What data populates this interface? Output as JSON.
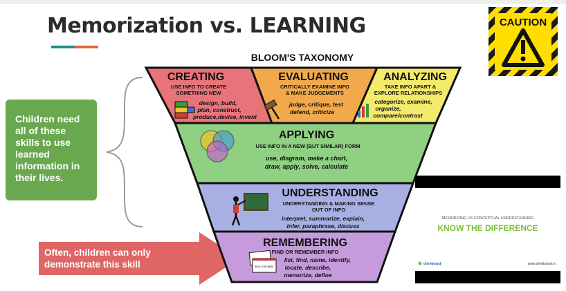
{
  "title": "Memorization vs. LEARNING",
  "caution_label": "CAUTION",
  "left_box_text": "Children need all of these skills to use learned information in their lives.",
  "arrow_text": {
    "line1": "Often, children can only",
    "line2": "demonstrate this skill"
  },
  "pyramid": {
    "heading": "BLOOM'S TAXONOMY",
    "creating": {
      "title": "CREATING",
      "desc1": "USE INFO TO CREATE",
      "desc2": "SOMETHING NEW",
      "v1": "design, build,",
      "v2": "plan, construct,",
      "v3": "produce,devise, invent"
    },
    "evaluating": {
      "title": "EVALUATING",
      "desc1": "CRITICALLY EXAMINE INFO",
      "desc2": "& MAKE JUDGEMENTS",
      "v1": "judge, critique, test",
      "v2": "defend, criticize"
    },
    "analyzing": {
      "title": "ANALYZING",
      "desc1": "TAKE INFO APART &",
      "desc2": "EXPLORE RELATIONSHIPS",
      "v1": "categorize, examine,",
      "v2": "organize,",
      "v3": "compare/contrast"
    },
    "applying": {
      "title": "APPLYING",
      "desc": "USE INFO IN A NEW (BUT SIMILAR) FORM",
      "v1": "use, diagram, make a chart,",
      "v2": "draw, apply, solve, calculate"
    },
    "understanding": {
      "title": "UNDERSTANDING",
      "desc1": "UNDERSTANDING & MAKING SENSE",
      "desc2": "OUT OF INFO",
      "v1": "interpret, summarize, explain,",
      "v2": "infer, paraphrase, discuss"
    },
    "remembering": {
      "title": "REMEMBERING",
      "desc": "FIND OR REMEMBER INFO",
      "v1": "list, find, name, identify,",
      "v2": "locate, describe,",
      "v3": "memorize, define",
      "card_label": "key concepts"
    }
  },
  "thumbnail": {
    "subtitle": "MEMORIZING VS CONCEPTUAL UNDERSTANDING",
    "headline": "KNOW THE DIFFERENCE",
    "brand": "oliveboard",
    "url": "www.oliveboard.in"
  },
  "colors": {
    "creating": "#e8747a",
    "evaluating": "#f2a94b",
    "analyzing": "#f4ea6c",
    "applying": "#8fd083",
    "understanding": "#a8b0e3",
    "remembering": "#c69bdb",
    "green_box": "#6aa84f",
    "arrow": "#e06666",
    "thumb_green": "#7dbf3a"
  }
}
